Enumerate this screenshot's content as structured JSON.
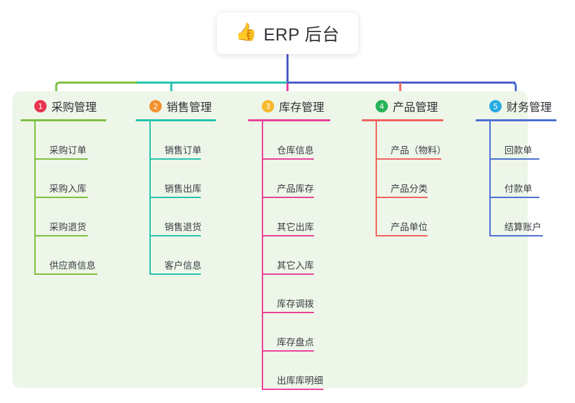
{
  "root": {
    "icon": "thumbs-up-icon",
    "icon_glyph": "👍",
    "title": "ERP 后台"
  },
  "palette": {
    "panel_bg": "#edf6e8",
    "page_bg": "#ffffff",
    "text": "#2f3136",
    "trunk": "#4c5ac8"
  },
  "branches": [
    {
      "number": "1",
      "label": "采购管理",
      "badge_color": "#e8344e",
      "line_color": "#7dbe3f",
      "rule_width": 125,
      "items": [
        {
          "label": "采购订单",
          "rule_width": 78
        },
        {
          "label": "采购入库",
          "rule_width": 78
        },
        {
          "label": "采购退货",
          "rule_width": 78
        },
        {
          "label": "供应商信息",
          "rule_width": 92
        }
      ]
    },
    {
      "number": "2",
      "label": "销售管理",
      "badge_color": "#f5902b",
      "line_color": "#22c3ae",
      "rule_width": 117,
      "items": [
        {
          "label": "销售订单",
          "rule_width": 75
        },
        {
          "label": "销售出库",
          "rule_width": 75
        },
        {
          "label": "销售退货",
          "rule_width": 75
        },
        {
          "label": "客户信息",
          "rule_width": 75
        }
      ]
    },
    {
      "number": "3",
      "label": "库存管理",
      "badge_color": "#f5b92b",
      "line_color": "#e93f9a",
      "rule_width": 120,
      "items": [
        {
          "label": "仓库信息",
          "rule_width": 76
        },
        {
          "label": "产品库存",
          "rule_width": 76
        },
        {
          "label": "其它出库",
          "rule_width": 76
        },
        {
          "label": "其它入库",
          "rule_width": 76
        },
        {
          "label": "库存调拨",
          "rule_width": 76
        },
        {
          "label": "库存盘点",
          "rule_width": 76
        },
        {
          "label": "出库库明细",
          "rule_width": 90
        }
      ]
    },
    {
      "number": "4",
      "label": "产品管理",
      "badge_color": "#26b356",
      "line_color": "#f2605c",
      "rule_width": 119,
      "items": [
        {
          "label": "产品（物料）",
          "rule_width": 96
        },
        {
          "label": "产品分类",
          "rule_width": 76
        },
        {
          "label": "产品单位",
          "rule_width": 76
        }
      ]
    },
    {
      "number": "5",
      "label": "财务管理",
      "badge_color": "#29abe2",
      "line_color": "#4a6ed3",
      "rule_width": 118,
      "items": [
        {
          "label": "回款单",
          "rule_width": 73
        },
        {
          "label": "付款单",
          "rule_width": 73
        },
        {
          "label": "结算账户",
          "rule_width": 78
        }
      ]
    }
  ]
}
